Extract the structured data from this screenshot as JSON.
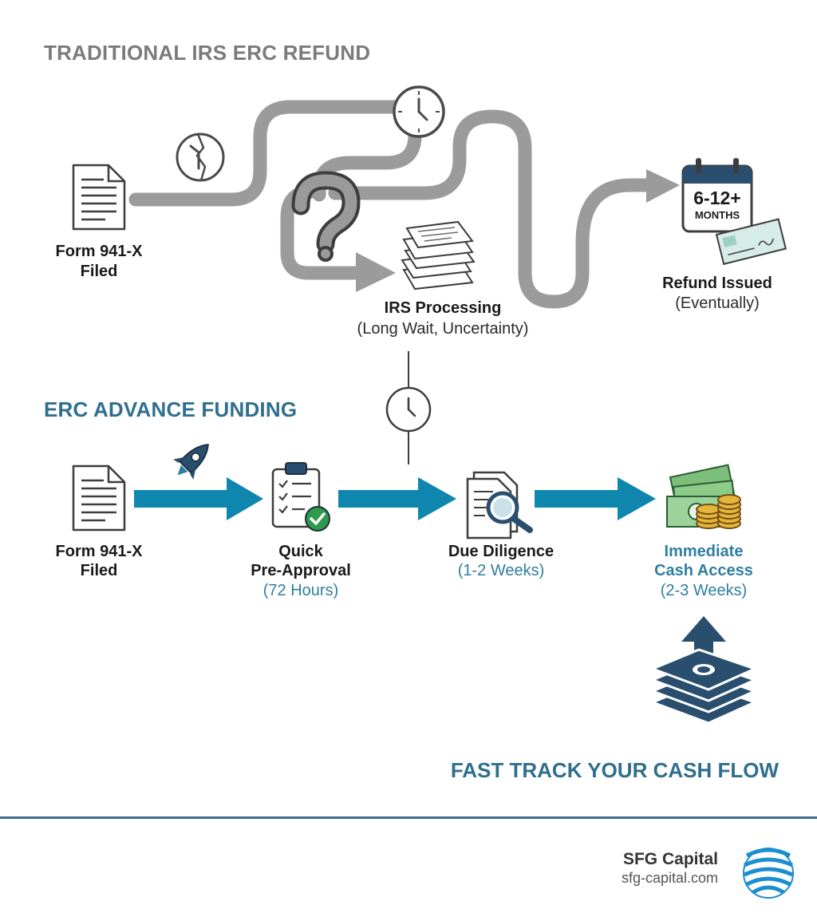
{
  "traditional": {
    "title": "TRADITIONAL IRS ERC REFUND",
    "form_label_1": "Form 941-X",
    "form_label_2": "Filed",
    "irs_label": "IRS Processing",
    "irs_sub": "(Long Wait, Uncertainty)",
    "calendar_line_1": "6-12+",
    "calendar_line_2": "MONTHS",
    "refund_label": "Refund Issued",
    "refund_sub": "(Eventually)"
  },
  "advance": {
    "title": "ERC ADVANCE FUNDING",
    "form_label_1": "Form 941-X",
    "form_label_2": "Filed",
    "step2_label_1": "Quick",
    "step2_label_2": "Pre-Approval",
    "step2_sub": "(72 Hours)",
    "step3_label": "Due Diligence",
    "step3_sub": "(1-2 Weeks)",
    "step4_label_1": "Immediate",
    "step4_label_2": "Cash Access",
    "step4_sub": "(2-3 Weeks)",
    "tagline": "FAST TRACK YOUR CASH FLOW"
  },
  "footer": {
    "brand_name": "SFG Capital",
    "brand_url": "sfg-capital.com"
  },
  "colors": {
    "gray_path": "#9b9b9b",
    "blue_arrow": "#0f86ad",
    "title_gray": "#7b7b7b",
    "title_blue": "#2f6f8e",
    "navy": "#2a4f6e"
  }
}
